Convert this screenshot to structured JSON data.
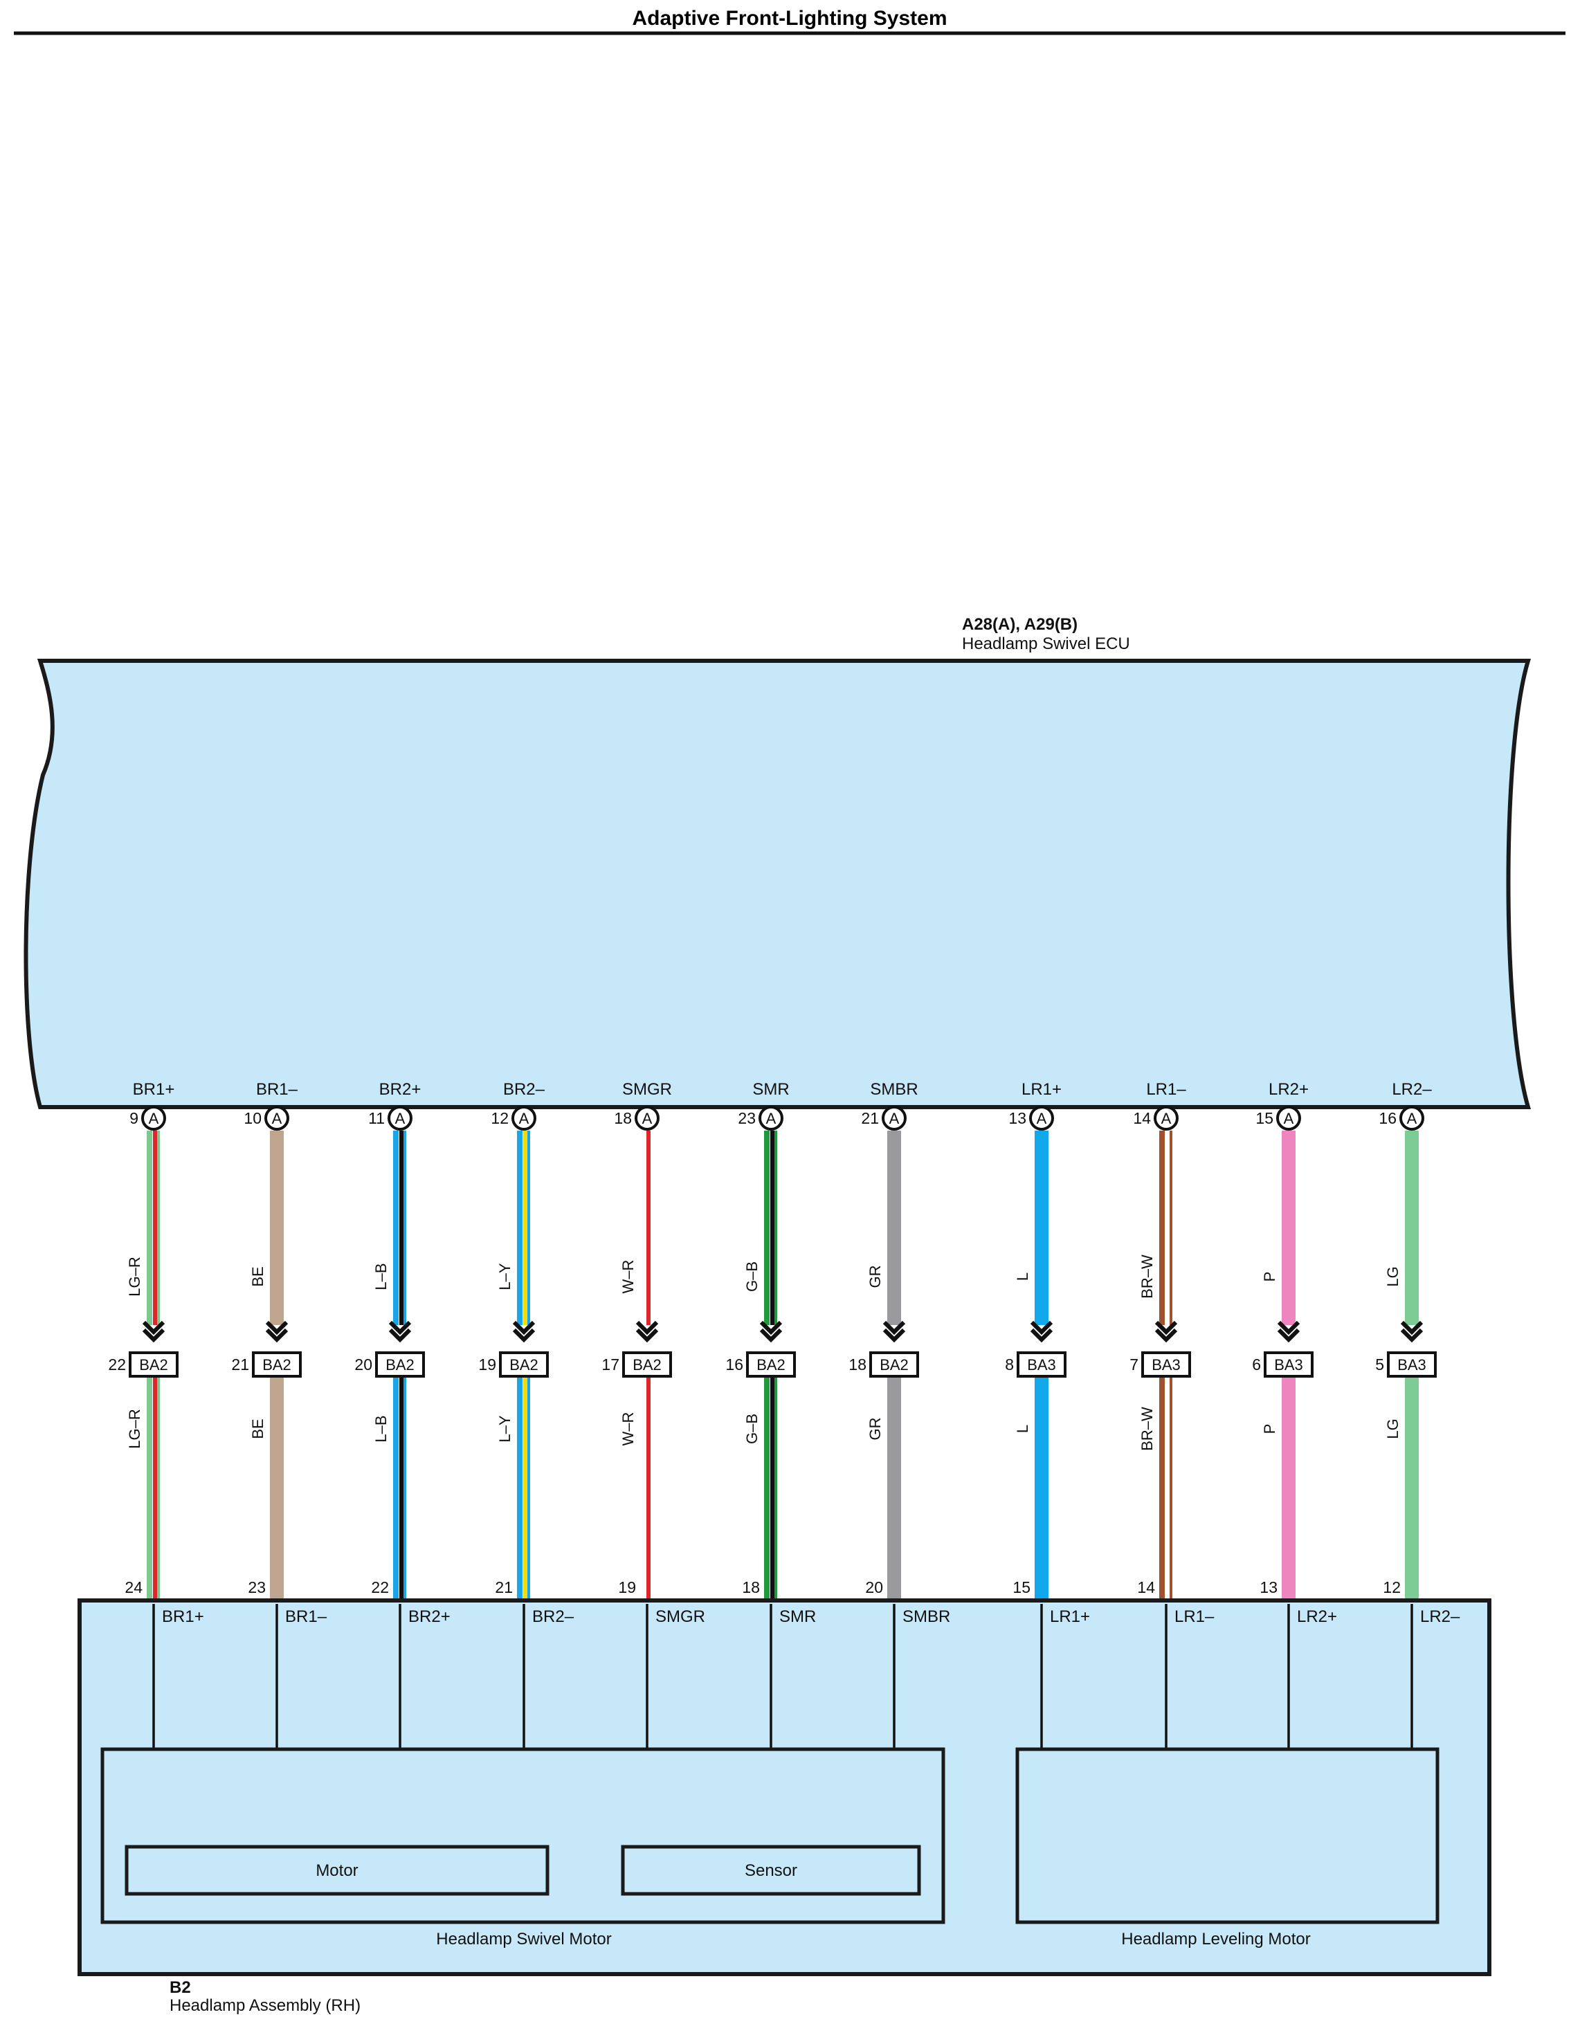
{
  "title": "Adaptive Front-Lighting System",
  "ecu": {
    "code": "A28(A), A29(B)",
    "name": "Headlamp Swivel ECU",
    "connector_letter": "A"
  },
  "assembly": {
    "code": "B2",
    "name": "Headlamp Assembly (RH)",
    "swivel_motor_label": "Headlamp Swivel Motor",
    "leveling_motor_label": "Headlamp Leveling Motor",
    "motor_label": "Motor",
    "sensor_label": "Sensor"
  },
  "colors": {
    "body_fill": "#c6e8f8",
    "outline": "#1a1a1a"
  },
  "circuits": [
    {
      "signal": "BR1+",
      "ecu_pin": "9",
      "junction": "BA2",
      "junction_pin": "22",
      "wire": "LG–R",
      "assy_pin": "24",
      "stripes": [
        "#7cc88f",
        "#e0262b"
      ]
    },
    {
      "signal": "BR1–",
      "ecu_pin": "10",
      "junction": "BA2",
      "junction_pin": "21",
      "wire": "BE",
      "assy_pin": "23",
      "stripes": [
        "#bfa58e"
      ]
    },
    {
      "signal": "BR2+",
      "ecu_pin": "11",
      "junction": "BA2",
      "junction_pin": "20",
      "wire": "L–B",
      "assy_pin": "22",
      "stripes": [
        "#18a6e8",
        "#111111"
      ]
    },
    {
      "signal": "BR2–",
      "ecu_pin": "12",
      "junction": "BA2",
      "junction_pin": "19",
      "wire": "L–Y",
      "assy_pin": "21",
      "stripes": [
        "#18a6e8",
        "#f2dc10"
      ]
    },
    {
      "signal": "SMGR",
      "ecu_pin": "18",
      "junction": "BA2",
      "junction_pin": "17",
      "wire": "W–R",
      "assy_pin": "19",
      "stripes": [
        "#ffffff",
        "#e0262b"
      ]
    },
    {
      "signal": "SMR",
      "ecu_pin": "23",
      "junction": "BA2",
      "junction_pin": "16",
      "wire": "G–B",
      "assy_pin": "18",
      "stripes": [
        "#1f9a3d",
        "#111111"
      ]
    },
    {
      "signal": "SMBR",
      "ecu_pin": "21",
      "junction": "BA2",
      "junction_pin": "18",
      "wire": "GR",
      "assy_pin": "20",
      "stripes": [
        "#9a9a9e"
      ]
    },
    {
      "signal": "LR1+",
      "ecu_pin": "13",
      "junction": "BA3",
      "junction_pin": "8",
      "wire": "L",
      "assy_pin": "15",
      "stripes": [
        "#10a8ea"
      ]
    },
    {
      "signal": "LR1–",
      "ecu_pin": "14",
      "junction": "BA3",
      "junction_pin": "7",
      "wire": "BR–W",
      "assy_pin": "14",
      "stripes": [
        "#a0522d",
        "#ffffff"
      ]
    },
    {
      "signal": "LR2+",
      "ecu_pin": "15",
      "junction": "BA3",
      "junction_pin": "6",
      "wire": "P",
      "assy_pin": "13",
      "stripes": [
        "#ee85be"
      ]
    },
    {
      "signal": "LR2–",
      "ecu_pin": "16",
      "junction": "BA3",
      "junction_pin": "5",
      "wire": "LG",
      "assy_pin": "12",
      "stripes": [
        "#7dcc96"
      ]
    }
  ]
}
